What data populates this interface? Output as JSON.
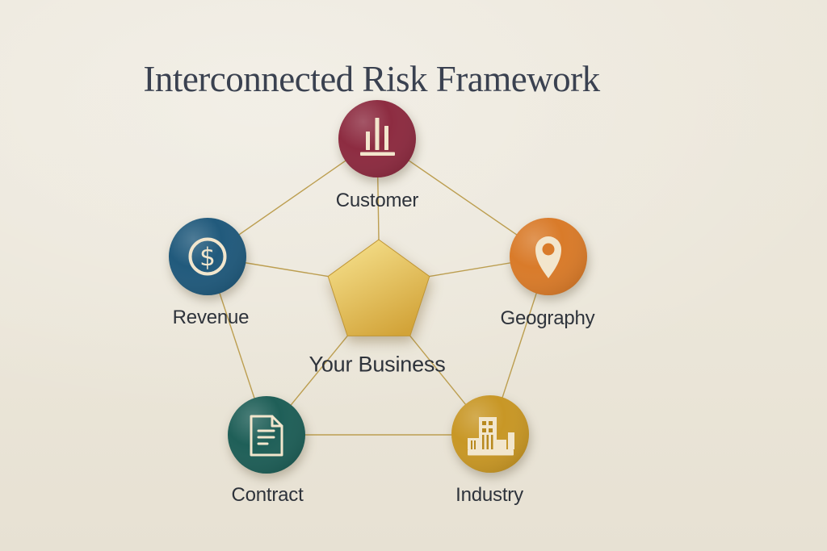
{
  "title": "Interconnected Risk Framework",
  "center": {
    "label": "Your Business"
  },
  "nodes": [
    {
      "id": "customer",
      "label": "Customer",
      "icon": "bar-chart-icon",
      "color": "#8d2c41"
    },
    {
      "id": "revenue",
      "label": "Revenue",
      "icon": "dollar-sign-icon",
      "color": "#215a7c"
    },
    {
      "id": "geography",
      "label": "Geography",
      "icon": "location-pin-icon",
      "color": "#d97b2a"
    },
    {
      "id": "contract",
      "label": "Contract",
      "icon": "document-icon",
      "color": "#1f5f58"
    },
    {
      "id": "industry",
      "label": "Industry",
      "icon": "building-icon",
      "color": "#c89726"
    }
  ],
  "icons": {
    "dollar_glyph": "$"
  },
  "connections": [
    "customer-revenue",
    "customer-geography",
    "revenue-contract",
    "geography-industry",
    "contract-industry",
    "center-customer",
    "center-revenue",
    "center-geography",
    "center-contract",
    "center-industry"
  ],
  "colors": {
    "background": "#ebe6d9",
    "title_text": "#3a4150",
    "label_text": "#2e333b",
    "line": "#bc9e50",
    "icon_cream": "#f2e6cd",
    "window_gold": "#b8891f",
    "pentagon_light": "#f6e18d",
    "pentagon_dark": "#d2a338",
    "pentagon_edge": "#c09533"
  }
}
